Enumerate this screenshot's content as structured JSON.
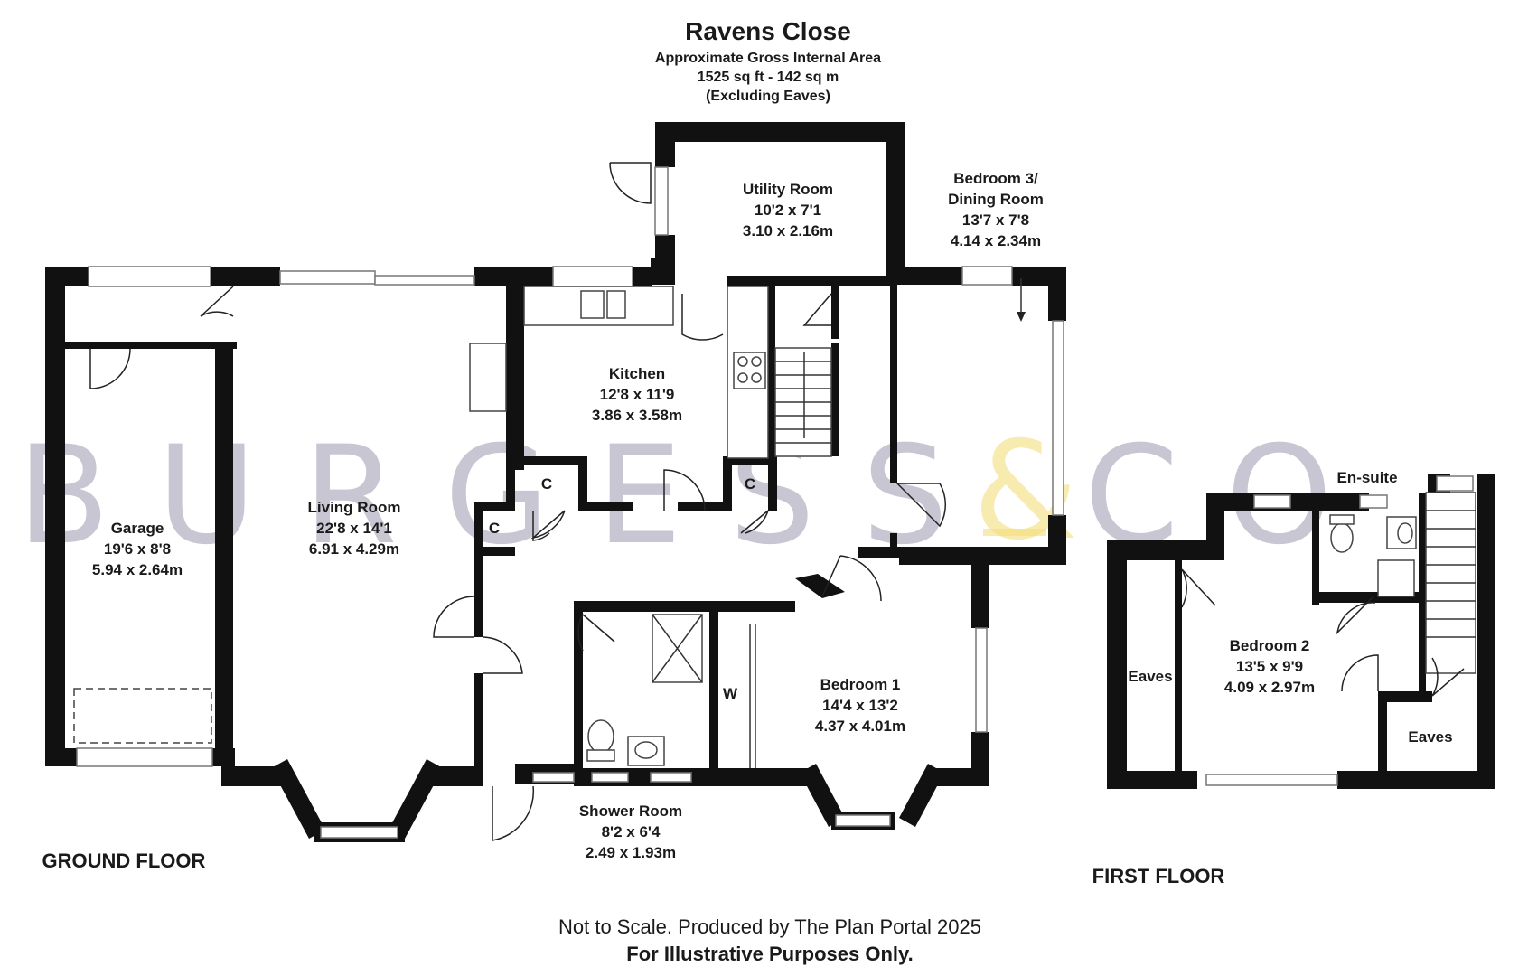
{
  "header": {
    "title": "Ravens Close",
    "area_line1": "Approximate Gross Internal Area",
    "area_line2": "1525 sq ft - 142 sq m",
    "area_line3": "(Excluding Eaves)"
  },
  "watermark": {
    "left": "BURGESS",
    "amp": "&",
    "right": "CO."
  },
  "floors": {
    "ground": "GROUND FLOOR",
    "first": "FIRST FLOOR"
  },
  "rooms": {
    "utility": {
      "name": "Utility Room",
      "imperial": "10'2 x 7'1",
      "metric": "3.10 x 2.16m"
    },
    "bedroom3": {
      "name": "Bedroom 3/",
      "name2": "Dining Room",
      "imperial": "13'7 x 7'8",
      "metric": "4.14 x 2.34m"
    },
    "kitchen": {
      "name": "Kitchen",
      "imperial": "12'8 x 11'9",
      "metric": "3.86 x 3.58m"
    },
    "garage": {
      "name": "Garage",
      "imperial": "19'6 x 8'8",
      "metric": "5.94 x 2.64m"
    },
    "living": {
      "name": "Living Room",
      "imperial": "22'8 x 14'1",
      "metric": "6.91 x 4.29m"
    },
    "bedroom1": {
      "name": "Bedroom 1",
      "imperial": "14'4 x 13'2",
      "metric": "4.37 x 4.01m"
    },
    "shower": {
      "name": "Shower Room",
      "imperial": "8'2 x 6'4",
      "metric": "2.49 x 1.93m"
    },
    "bedroom2": {
      "name": "Bedroom 2",
      "imperial": "13'5 x 9'9",
      "metric": "4.09 x 2.97m"
    },
    "ensuite": {
      "name": "En-suite"
    },
    "eaves_left": {
      "name": "Eaves"
    },
    "eaves_right": {
      "name": "Eaves"
    }
  },
  "markers": {
    "cupboard": "C",
    "wardrobe": "W"
  },
  "footer": {
    "line1": "Not to Scale. Produced by The Plan Portal 2025",
    "line2": "For Illustrative Purposes Only."
  }
}
